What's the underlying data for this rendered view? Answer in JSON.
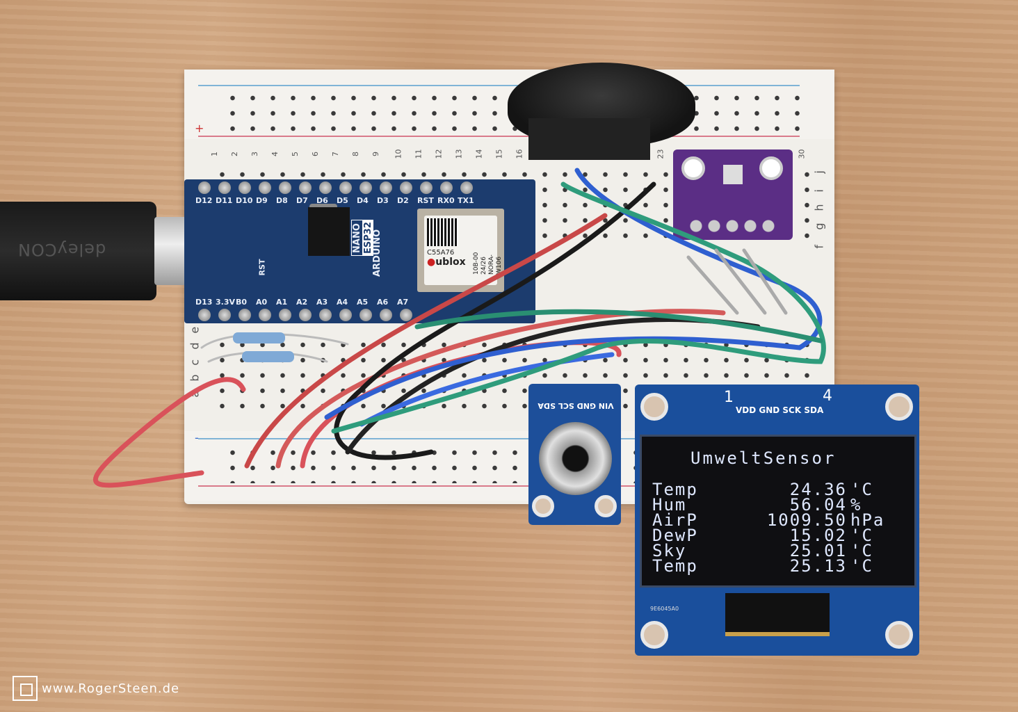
{
  "breadboard": {
    "column_numbers": [
      "1",
      "2",
      "3",
      "4",
      "5",
      "6",
      "7",
      "8",
      "9",
      "10",
      "11",
      "12",
      "13",
      "14",
      "15",
      "16",
      "23",
      "30"
    ],
    "row_letters_right": [
      "j",
      "i",
      "h",
      "g",
      "f"
    ],
    "row_letters_left": [
      "e",
      "d",
      "c",
      "b",
      "a"
    ],
    "rail_plus": "+",
    "rail_minus": "-"
  },
  "usb_cable": {
    "brand": "deleyCON"
  },
  "arduino": {
    "top_pins": [
      "D12",
      "D11",
      "D10",
      "D9",
      "D8",
      "D7",
      "D6",
      "D5",
      "D4",
      "D3",
      "D2",
      "RST",
      "RX0",
      "TX1"
    ],
    "bottom_pins": [
      "D13",
      "3.3V",
      "B0",
      "A0",
      "A1",
      "A2",
      "A3",
      "A4",
      "A5",
      "A6",
      "A7"
    ],
    "model_line1": "NANO",
    "model_line2": "ESP32",
    "brand": "ARDUINO",
    "reset_label": "RST",
    "module_code": "C55A76",
    "module_brand": "ublox",
    "module_id1": "10B-00 24/26",
    "module_id2": "NORA-W106"
  },
  "mlx_sensor": {
    "pins": "VIN GND SCL SDA"
  },
  "oled": {
    "pin_first": "1",
    "pin_last": "4",
    "pins": "VDD GND SCK SDA",
    "serial": "9E6045A0",
    "title": "UmweltSensor",
    "rows": [
      {
        "label": "Temp",
        "value": "24.36",
        "unit": "'C"
      },
      {
        "label": "Hum",
        "value": "56.04",
        "unit": "%"
      },
      {
        "label": "AirP",
        "value": "1009.50",
        "unit": "hPa"
      },
      {
        "label": "DewP",
        "value": "15.02",
        "unit": "'C"
      },
      {
        "label": "Sky",
        "value": "25.01",
        "unit": "'C"
      },
      {
        "label": "Temp",
        "value": "25.13",
        "unit": "'C"
      }
    ]
  },
  "watermark": "www.RogerSteen.de",
  "colors": {
    "wire_red": "#d9525a",
    "wire_blue": "#2f5fd0",
    "wire_green": "#2f9c7c",
    "wire_black": "#1a1a1a",
    "pcb_blue": "#1c3c6e",
    "pcb_purple": "#5b2e85"
  }
}
